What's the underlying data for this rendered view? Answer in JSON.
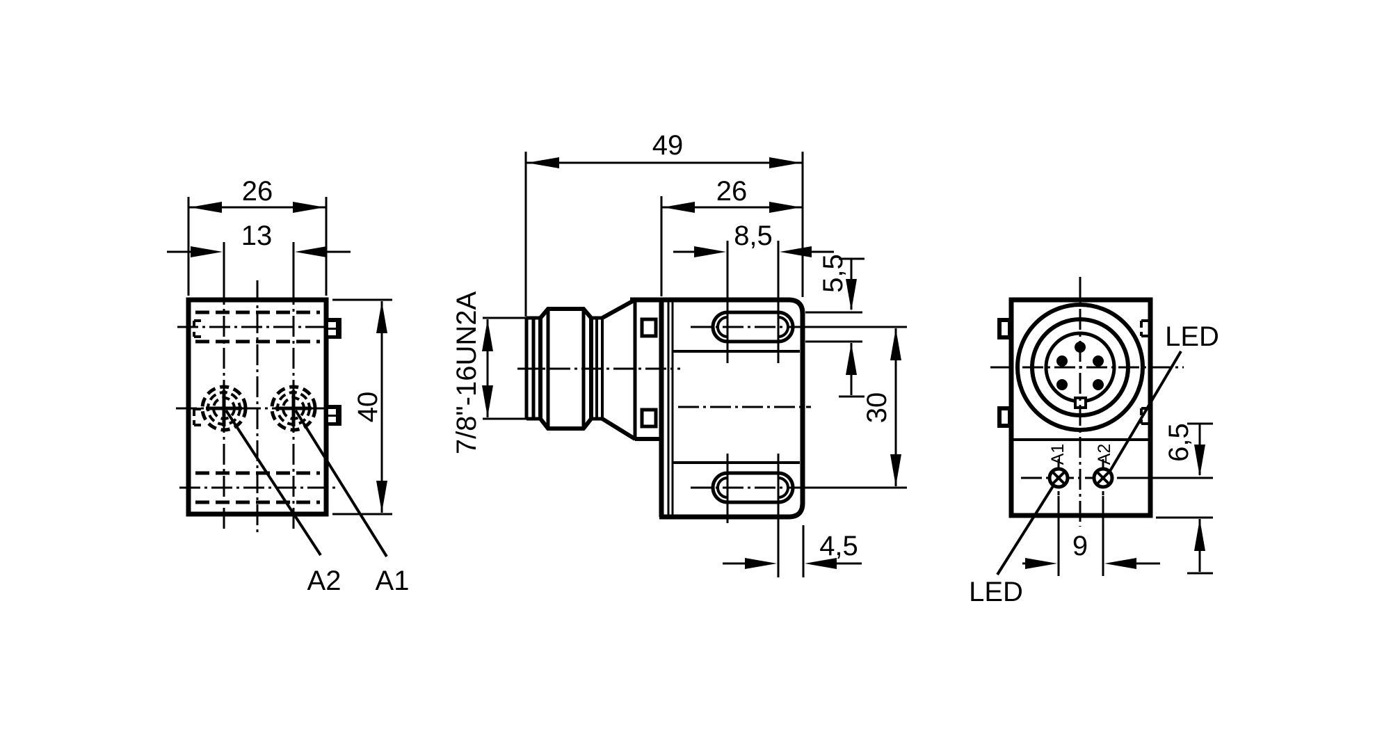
{
  "drawing": {
    "type": "technical-dimension-drawing",
    "colors": {
      "line": "#000000",
      "background": "#ffffff"
    },
    "front_view": {
      "width_label": "26",
      "spacing_label": "13",
      "height_label": "40",
      "sensor_a2": "A2",
      "sensor_a1": "A1"
    },
    "side_view": {
      "depth_label": "49",
      "body_depth_label": "26",
      "slot_offset_label": "8,5",
      "slot_width_label": "5,5",
      "slot_spacing_label": "30",
      "slot_edge_label": "4,5",
      "thread_label": "7/8\"-16UN2A"
    },
    "end_view": {
      "led_top_label": "LED",
      "led_bottom_label": "LED",
      "indicator_a1": "A1",
      "indicator_a2": "A2",
      "led_offset_label": "6,5",
      "led_spacing_label": "9"
    }
  }
}
